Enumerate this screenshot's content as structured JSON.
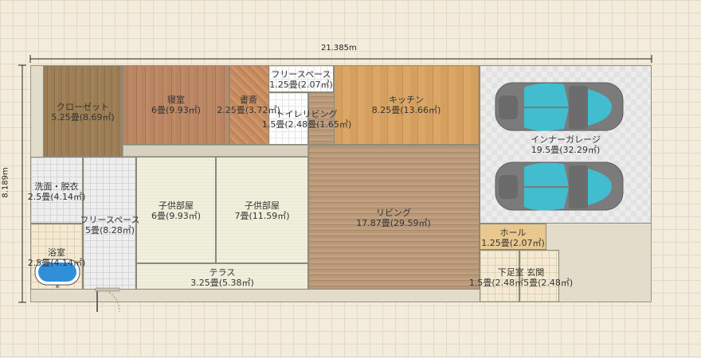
{
  "dimensions": {
    "width_label": "21.385m",
    "height_label": "8.189m"
  },
  "rooms": {
    "closet": {
      "name": "クローゼット",
      "area": "5.25畳(8.69㎡)"
    },
    "bedroom": {
      "name": "寝室",
      "area": "6畳(9.93㎡)"
    },
    "study": {
      "name": "書斎",
      "area": "2.25畳(3.72㎡)"
    },
    "free_space_top": {
      "name": "フリースペース",
      "area": "1.25畳(2.07㎡)"
    },
    "toilet_living_overlap": {
      "name": "トイレリビング",
      "area": "1.5畳(2.48畳(1.65㎡)"
    },
    "kitchen": {
      "name": "キッチン",
      "area": "8.25畳(13.66㎡)"
    },
    "garage": {
      "name": "インナーガレージ",
      "area": "19.5畳(32.29㎡)"
    },
    "washroom": {
      "name": "洗面・脱衣",
      "area": "2.5畳(4.14㎡)"
    },
    "free_space_left": {
      "name": "フリースペース",
      "area": "5畳(8.28㎡)"
    },
    "bath": {
      "name": "浴室",
      "area": "2.5畳(4.14㎡)"
    },
    "kids_room_1": {
      "name": "子供部屋",
      "area": "6畳(9.93㎡)"
    },
    "kids_room_2": {
      "name": "子供部屋",
      "area": "7畳(11.59㎡)"
    },
    "terrace": {
      "name": "テラス",
      "area": "3.25畳(5.38㎡)"
    },
    "living": {
      "name": "リビング",
      "area": "17.87畳(29.59㎡)"
    },
    "hall": {
      "name": "ホール",
      "area": "1.25畳(2.07㎡)"
    },
    "shoe_room_entrance": {
      "name": "下足室 玄関",
      "area": "1.5畳(2.48㎡5畳(2.48㎡)"
    }
  },
  "colors": {
    "car_body": "#7b7b7b",
    "car_glass": "#3cc3d8",
    "bathtub": "#2f8fd8"
  },
  "icons": {
    "car": "car-icon",
    "bathtub": "bathtub-icon",
    "door": "door-swing-icon"
  }
}
